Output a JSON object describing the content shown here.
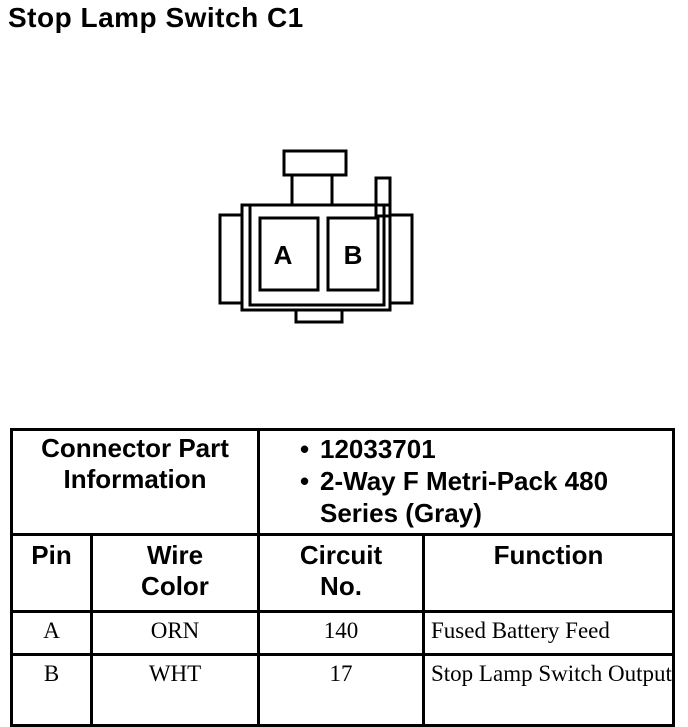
{
  "title": "Stop Lamp Switch C1",
  "connector": {
    "pin_labels": [
      "A",
      "B"
    ]
  },
  "table": {
    "part_info_label_line1": "Connector Part",
    "part_info_label_line2": "Information",
    "part_info": [
      "12033701",
      "2-Way F Metri-Pack 480 Series (Gray)"
    ],
    "bullet": "•",
    "headers": {
      "pin": "Pin",
      "wire_color_line1": "Wire",
      "wire_color_line2": "Color",
      "circuit_line1": "Circuit",
      "circuit_line2": "No.",
      "function": "Function"
    },
    "rows": [
      {
        "pin": "A",
        "wire_color": "ORN",
        "circuit": "140",
        "function": "Fused Battery Feed"
      },
      {
        "pin": "B",
        "wire_color": "WHT",
        "circuit": "17",
        "function": "Stop Lamp Switch Output"
      }
    ]
  }
}
